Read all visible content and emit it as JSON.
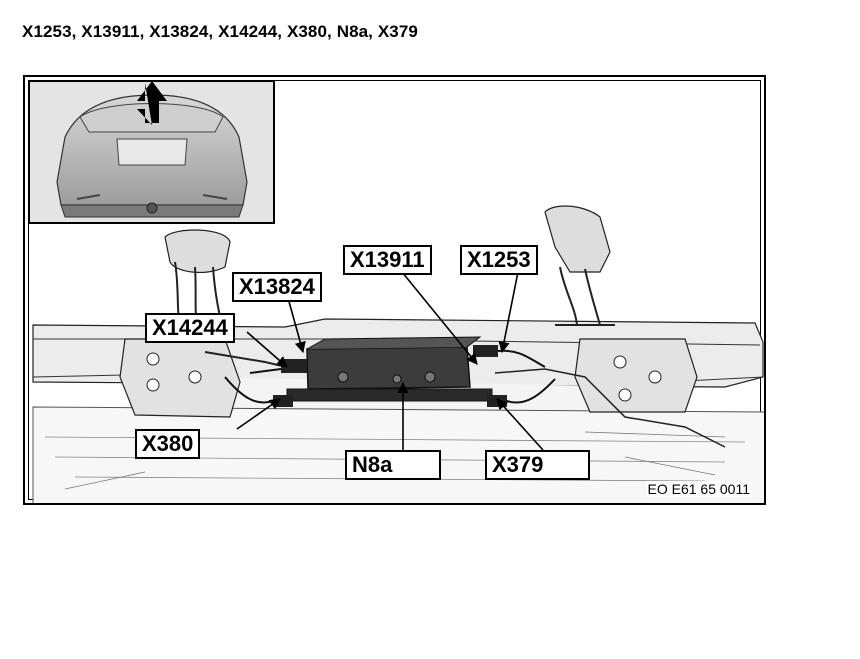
{
  "page": {
    "title": "X1253, X13911, X13824, X14244, X380, N8a, X379"
  },
  "figure": {
    "reference_code": "EO E61 65 0011",
    "callouts": {
      "x1253": "X1253",
      "x13911": "X13911",
      "x13824": "X13824",
      "x14244": "X14244",
      "x380": "X380",
      "n8a": "N8a",
      "x379": "X379"
    }
  }
}
